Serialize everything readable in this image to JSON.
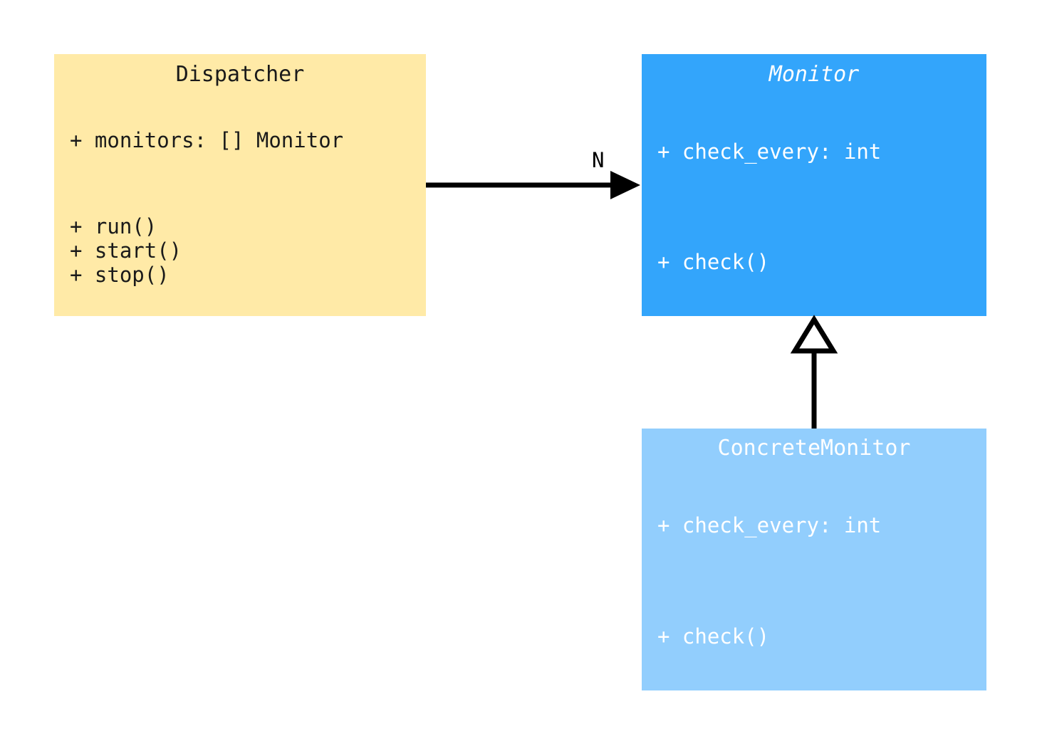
{
  "diagram": {
    "title": "Monitor dispatcher UML class diagram",
    "background_color": "#ffffff",
    "classes": [
      {
        "id": "dispatcher",
        "name": "Dispatcher",
        "abstract": false,
        "fill_color": "#ffeaa7",
        "text_color": "#1a1a1a",
        "attributes": [
          "+ monitors: [] Monitor"
        ],
        "methods": [
          "+ run()",
          "+ start()",
          "+ stop()"
        ],
        "attributes_text": "+ monitors: [] Monitor",
        "methods_text": "+ run()\n+ start()\n+ stop()"
      },
      {
        "id": "monitor",
        "name": "Monitor",
        "abstract": true,
        "fill_color": "#33a5fb",
        "text_color": "#ffffff",
        "attributes": [
          "+ check_every: int"
        ],
        "methods": [
          "+ check()"
        ],
        "attributes_text": "+ check_every: int",
        "methods_text": "+ check()"
      },
      {
        "id": "concrete_monitor",
        "name": "ConcreteMonitor",
        "abstract": false,
        "fill_color": "#92cefd",
        "text_color": "#ffffff",
        "attributes": [
          "+ check_every: int"
        ],
        "methods": [
          "+ check()"
        ],
        "attributes_text": "+ check_every: int",
        "methods_text": "+ check()"
      }
    ],
    "relationships": [
      {
        "id": "dispatcher_to_monitor",
        "type": "association",
        "from": "Dispatcher",
        "to": "Monitor",
        "multiplicity": "N",
        "arrowhead": "solid-filled",
        "line_color": "#000000"
      },
      {
        "id": "concrete_monitor_to_monitor",
        "type": "generalization",
        "from": "ConcreteMonitor",
        "to": "Monitor",
        "arrowhead": "hollow-triangle",
        "line_color": "#000000",
        "arrowhead_fill": "#ffffff"
      }
    ]
  }
}
